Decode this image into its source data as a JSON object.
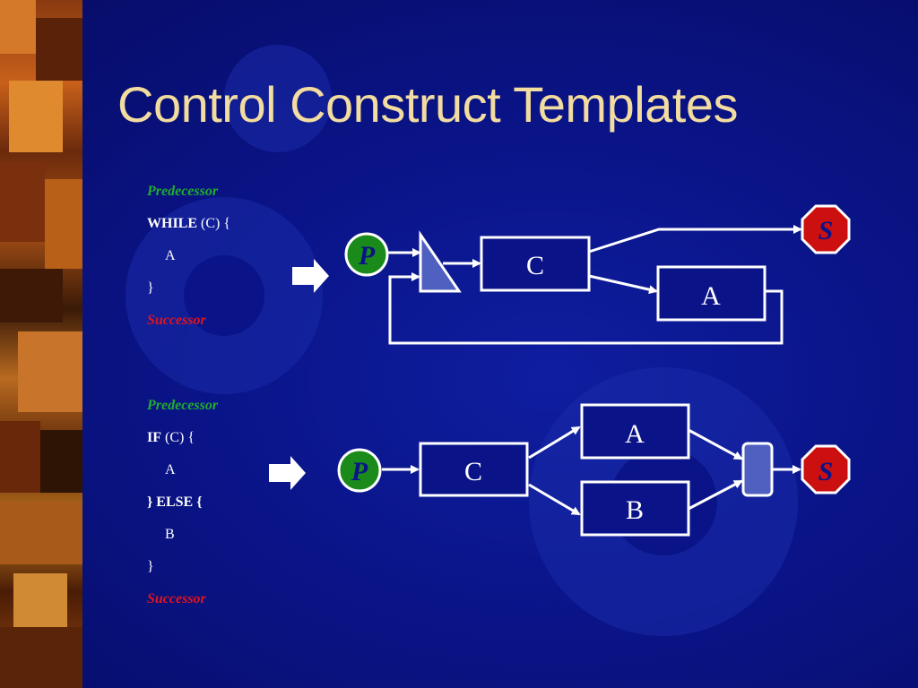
{
  "slide": {
    "title": "Control Construct Templates"
  },
  "while_template": {
    "code": {
      "predecessor": "Predecessor",
      "while_kw": "WHILE",
      "while_rest": " (C) {",
      "body": "A",
      "close": "}",
      "successor": "Successor"
    },
    "flow": {
      "p": "P",
      "c": "C",
      "a": "A",
      "s": "S"
    }
  },
  "if_template": {
    "code": {
      "predecessor": "Predecessor",
      "if_kw": "IF",
      "if_rest": " (C) {",
      "then_body": "A",
      "else_open": "} ELSE {",
      "else_body": "B",
      "close": "}",
      "successor": "Successor"
    },
    "flow": {
      "p": "P",
      "c": "C",
      "a": "A",
      "b": "B",
      "s": "S"
    }
  },
  "colors": {
    "background": "#0a1488",
    "title": "#f2dca0",
    "predecessor": "#1fae2a",
    "successor": "#e0141e",
    "stop_sign": "#cc1010",
    "p_circle": "#1a8a1a"
  }
}
